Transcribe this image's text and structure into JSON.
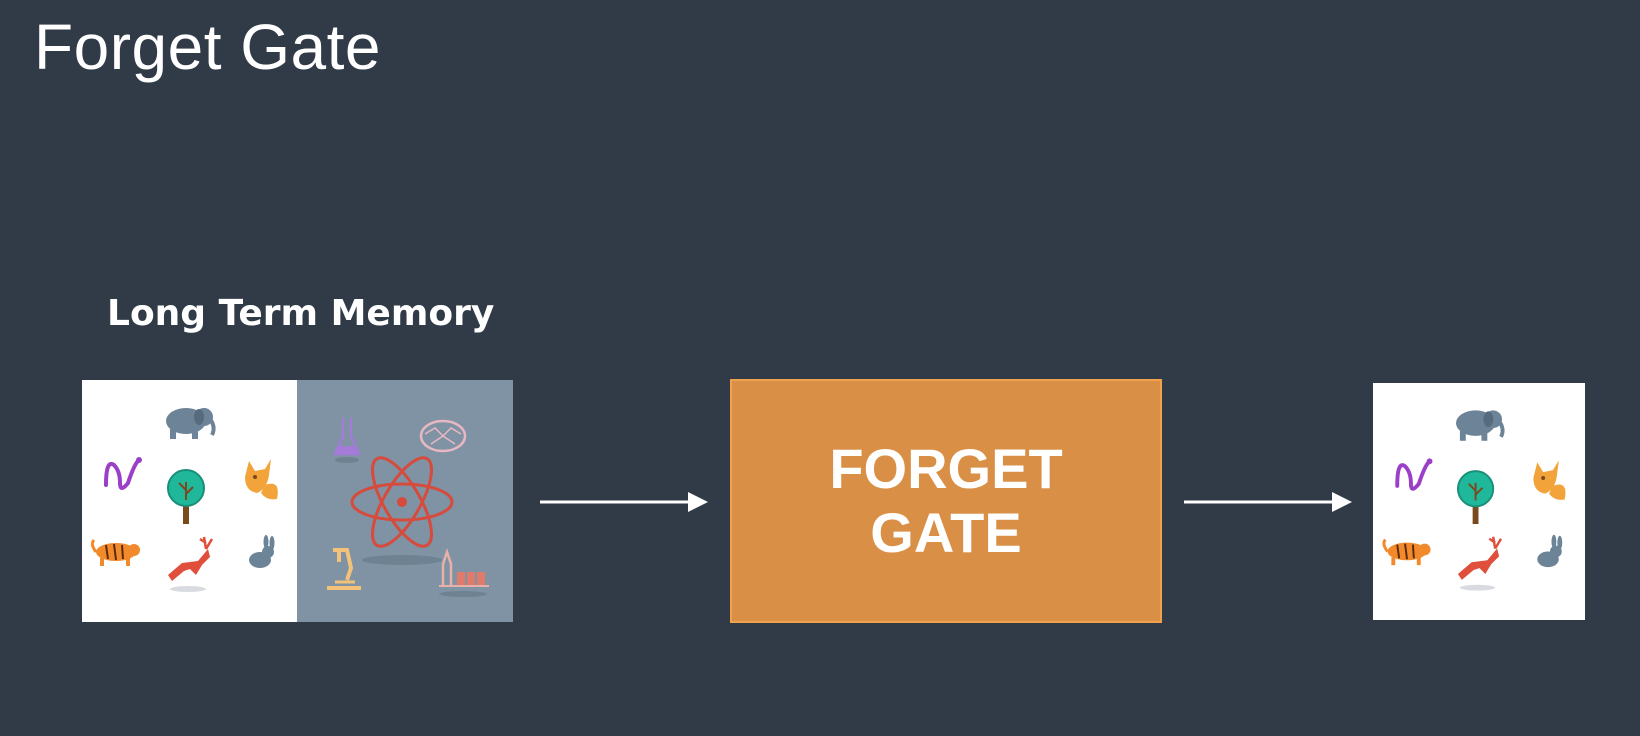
{
  "slide": {
    "title": "Forget Gate"
  },
  "diagram": {
    "input_label": "Long Term Memory",
    "gate_line1": "FORGET",
    "gate_line2": "GATE"
  },
  "icons": {
    "animals": [
      "elephant-icon",
      "snake-icon",
      "tree-icon",
      "fox-icon",
      "tiger-icon",
      "deer-icon",
      "rabbit-icon"
    ],
    "science": [
      "flask-icon",
      "brain-icon",
      "atom-icon",
      "microscope-icon",
      "lab-equipment-icon"
    ]
  },
  "colors": {
    "background": "#303b47",
    "gate": "#d98f45",
    "science_panel": "#7f93a4"
  }
}
